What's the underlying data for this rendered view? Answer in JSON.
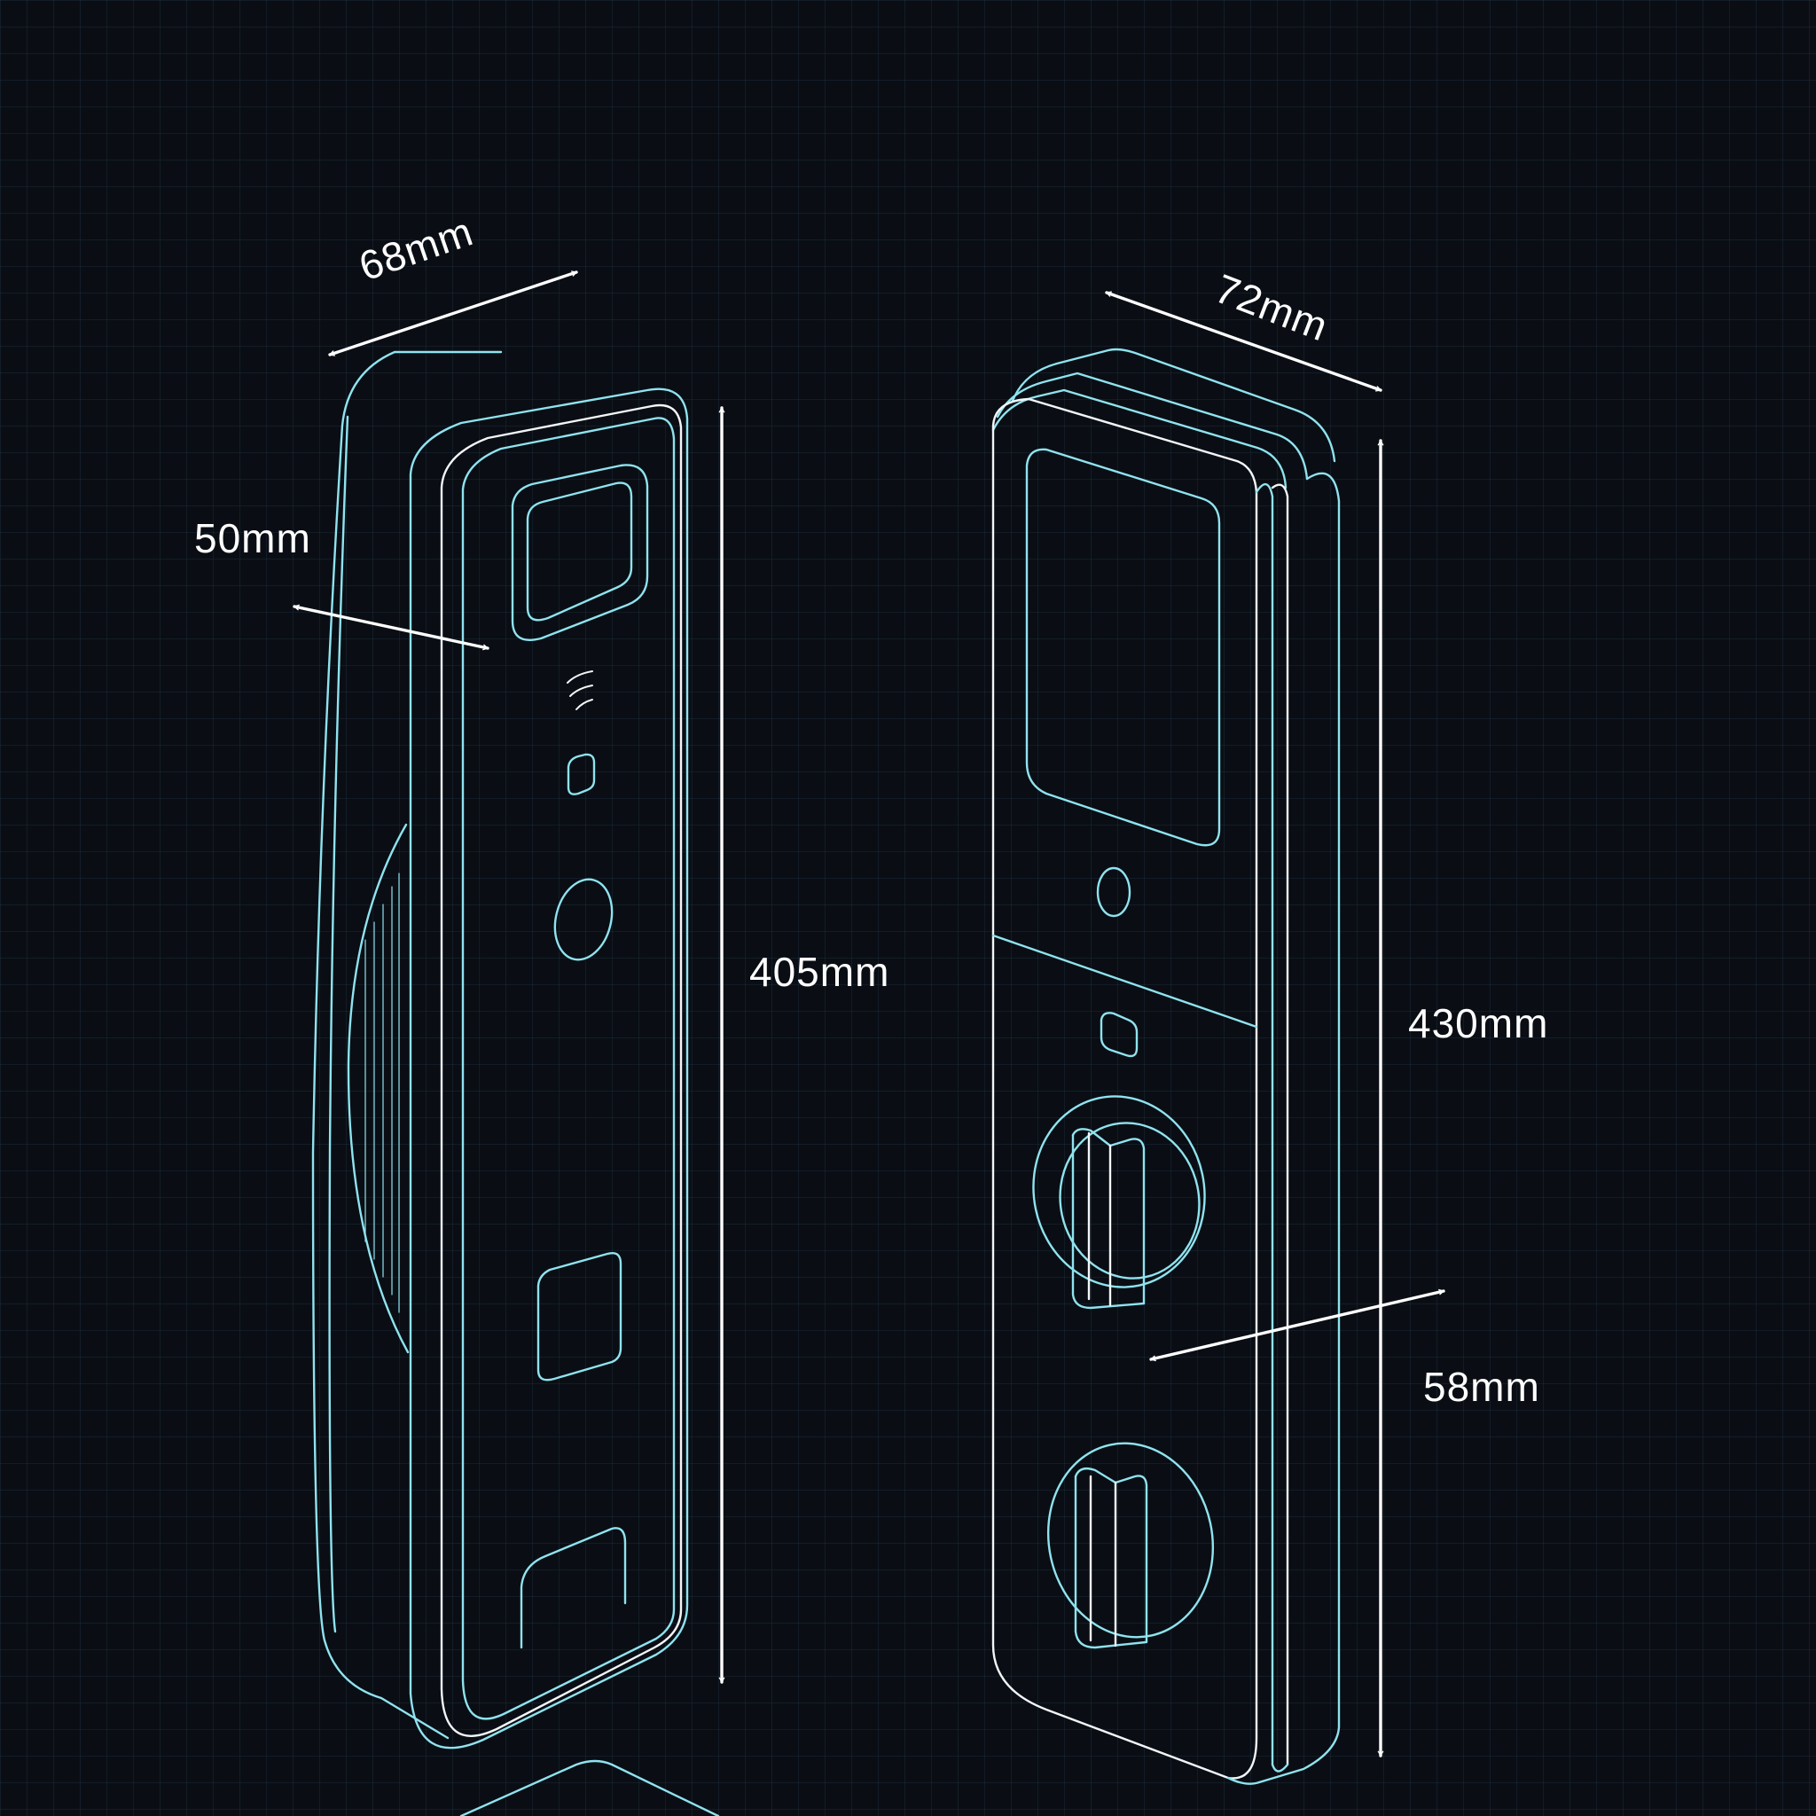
{
  "colors": {
    "background": "#0a0e14",
    "outline_primary": "#8fe3ef",
    "outline_secondary": "#f2f6f8",
    "dimension": "#ffffff"
  },
  "dimensions": {
    "left_device_width": "68mm",
    "left_device_depth": "50mm",
    "left_device_height": "405mm",
    "right_device_width": "72mm",
    "right_device_height": "430mm",
    "right_device_depth": "58mm"
  }
}
